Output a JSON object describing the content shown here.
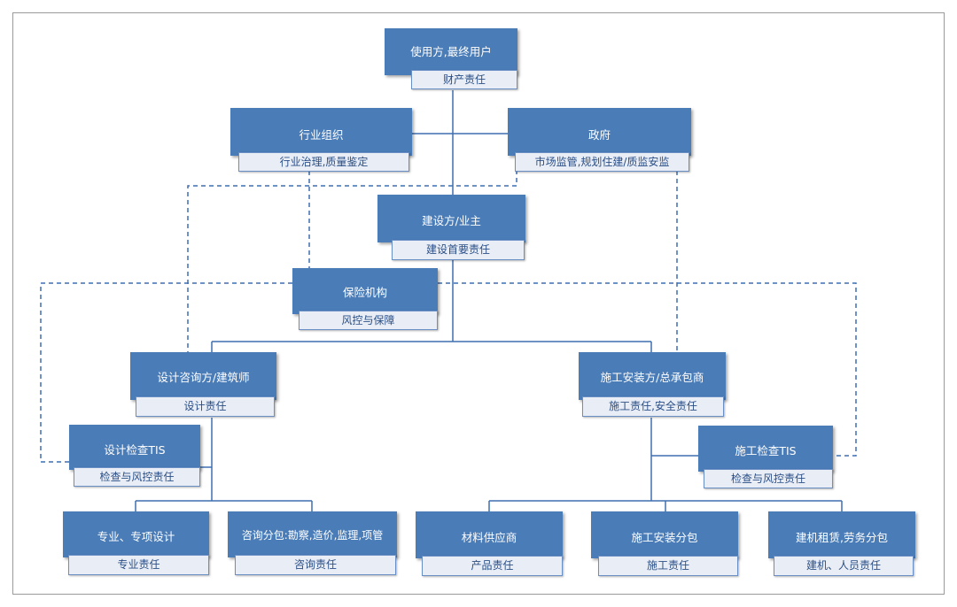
{
  "nodes": {
    "end_user": {
      "title": "使用方,最终用户",
      "subtitle": "财产责任"
    },
    "industry_org": {
      "title": "行业组织",
      "subtitle": "行业治理,质量鉴定"
    },
    "government": {
      "title": "政府",
      "subtitle": "市场监管,规划住建/质监安监"
    },
    "owner": {
      "title": "建设方/业主",
      "subtitle": "建设首要责任"
    },
    "insurer": {
      "title": "保险机构",
      "subtitle": "风控与保障"
    },
    "design_consultant": {
      "title": "设计咨询方/建筑师",
      "subtitle": "设计责任"
    },
    "contractor": {
      "title": "施工安装方/总承包商",
      "subtitle": "施工责任,安全责任"
    },
    "design_tis": {
      "title": "设计检查TIS",
      "subtitle": "检查与风控责任"
    },
    "construction_tis": {
      "title": "施工检查TIS",
      "subtitle": "检查与风控责任"
    },
    "specialty_design": {
      "title": "专业、专项设计",
      "subtitle": "专业责任"
    },
    "consulting_sub": {
      "title": "咨询分包:勘察,造价,监理,项管",
      "subtitle": "咨询责任"
    },
    "material_supplier": {
      "title": "材料供应商",
      "subtitle": "产品责任"
    },
    "installation_sub": {
      "title": "施工安装分包",
      "subtitle": "施工责任"
    },
    "equipment_labor": {
      "title": "建机租赁,劳务分包",
      "subtitle": "建机、人员责任"
    }
  },
  "colors": {
    "header_fill": "#4a7cb8",
    "subtitle_fill": "#e8edf6",
    "line": "#3e6fb0"
  }
}
